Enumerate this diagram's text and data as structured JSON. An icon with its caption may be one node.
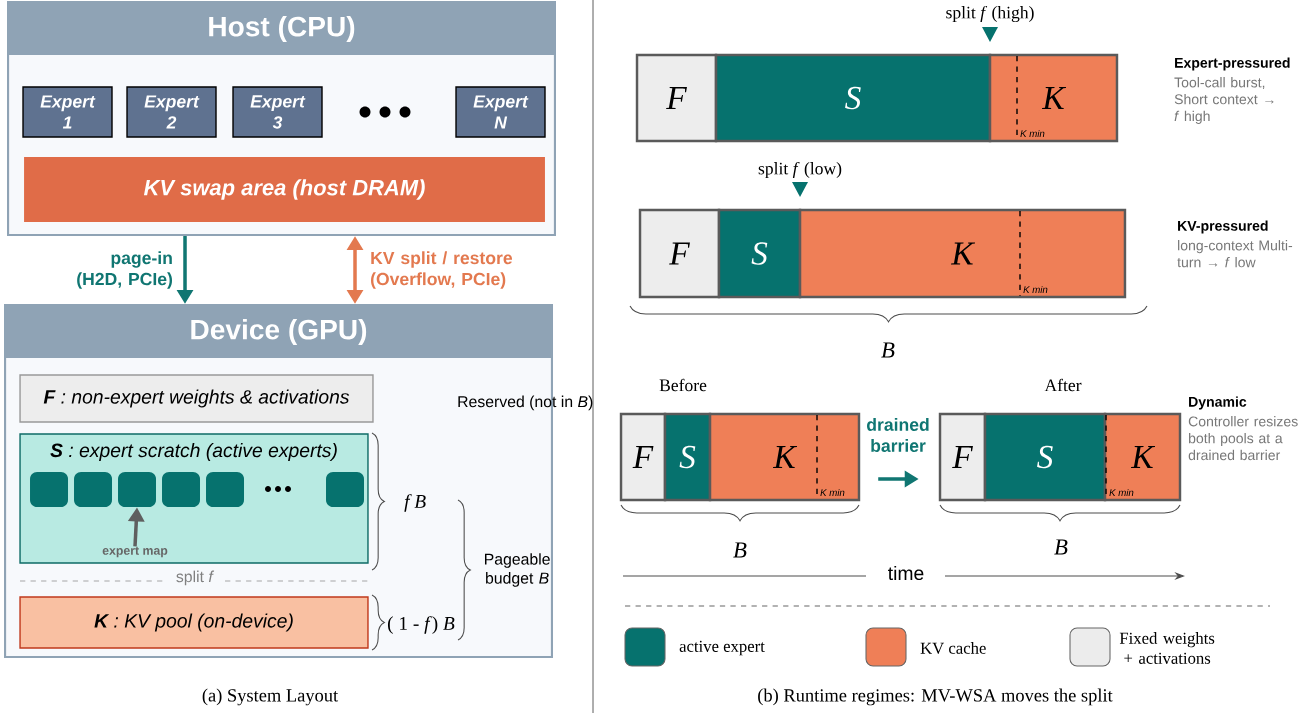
{
  "diagram": {
    "nodes": [
      {
        "text": [
          "Host (CPU)"
        ]
      },
      {
        "text": [
          "Expert 1"
        ],
        "in": 0
      },
      {
        "text": [
          "Expert 2"
        ],
        "in": 0
      },
      {
        "text": [
          "Expert 3"
        ],
        "in": 0
      },
      {
        "text": [
          "Expert N"
        ],
        "in": 0
      },
      {
        "text": [
          "KV swap area (host DRAM)"
        ],
        "in": 0
      },
      {
        "text": [
          "Device (GPU)"
        ]
      },
      {
        "text": [
          "**F** : non-expert weights & activations"
        ],
        "in": 6
      },
      {
        "text": [
          "**S** : expert scratch (active experts)"
        ],
        "in": 6
      },
      {
        "text": [],
        "shape": "box",
        "in": 8
      },
      {
        "text": [],
        "shape": "box",
        "in": 8
      },
      {
        "text": [],
        "shape": "box",
        "in": 8
      },
      {
        "text": [],
        "shape": "box",
        "in": 8
      },
      {
        "text": [],
        "shape": "box",
        "in": 8
      },
      {
        "text": [],
        "shape": "box",
        "in": 8
      },
      {
        "text": [
          "expert map"
        ],
        "in": 8
      },
      {
        "text": [
          "**K** : KV pool (on-device)"
        ],
        "in": 6
      },
      {
        "text": [
          "F"
        ]
      },
      {
        "text": [
          "S"
        ]
      },
      {
        "text": [
          "K",
          "K min"
        ]
      },
      {
        "text": [
          "F"
        ]
      },
      {
        "text": [
          "S"
        ]
      },
      {
        "text": [
          "K",
          "K min"
        ]
      },
      {
        "text": [
          "F"
        ]
      },
      {
        "text": [
          "S"
        ]
      },
      {
        "text": [
          "K",
          "K min"
        ]
      },
      {
        "text": [
          "F"
        ]
      },
      {
        "text": [
          "S"
        ]
      },
      {
        "text": [
          "K",
          "K min"
        ]
      }
    ],
    "edges": [
      {
        "from": 0,
        "to": 6,
        "arrow": "to",
        "label": "page-in (H2D, PCIe)",
        "color": "#107672"
      },
      {
        "from": 0,
        "to": 6,
        "arrow": "both",
        "label": "KV split / restore (Overflow, PCIe)",
        "color": "#e3794f"
      },
      {
        "from": 15,
        "to": 11,
        "arrow": "to",
        "color": "#5f5f5f"
      },
      {
        "from": 25,
        "to": 26,
        "arrow": "to",
        "label": "drained barrier",
        "color": "#107672"
      }
    ],
    "labels": [
      "Reserved (not in *B*)",
      "f B",
      "split *f*",
      "( 1 - *f*) *B*",
      "Pageable budget *B*",
      "(a) System Layout",
      "split *f* (high)",
      "Expert-pressured",
      "Tool-call burst, Short context → *f* high",
      "split *f* (low)",
      "KV-pressured",
      "long-context Multi-turn → *f* low",
      "B",
      "Before",
      "After",
      "Dynamic",
      "Controller resizes both pools at a drained barrier",
      "B",
      "B",
      "time",
      "(b) Runtime regimes: MV-WSA moves the split"
    ],
    "legend": [
      {
        "text": "active expert",
        "color": "#06726e"
      },
      {
        "text": "KV cache",
        "color": "#ef7f57"
      },
      {
        "text": "Fixed weights + activations",
        "color": "#ececec"
      }
    ]
  }
}
